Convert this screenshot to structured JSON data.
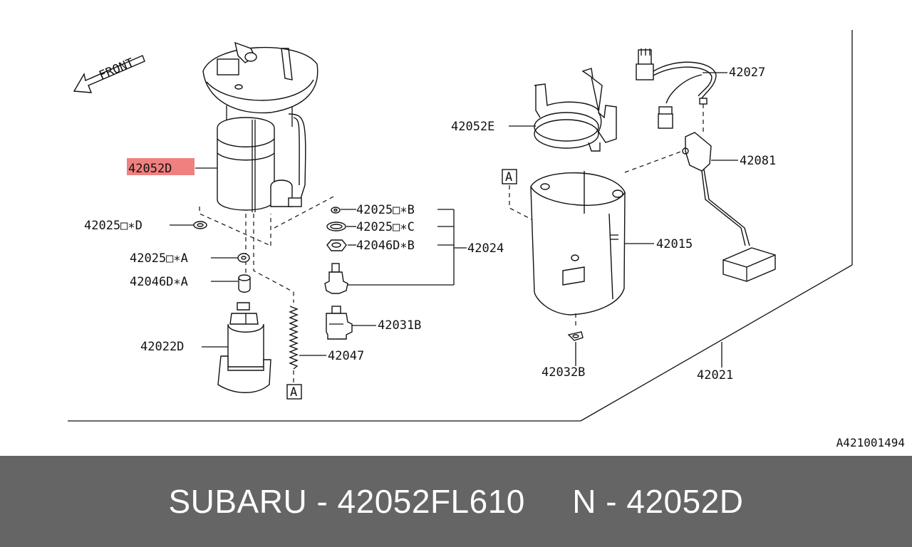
{
  "diagram": {
    "front_label": "FRONT",
    "highlight_color": "#f08080",
    "callouts": {
      "p42052D": "42052D",
      "p42025_D": "42025□∗D",
      "p42025_A": "42025□∗A",
      "p42046D_A": "42046D∗A",
      "p42022D": "42022D",
      "p42047": "42047",
      "ref_A_left": "A",
      "p42025_B": "42025□∗B",
      "p42025_C": "42025□∗C",
      "p42046D_B": "42046D∗B",
      "p42024": "42024",
      "p42031B": "42031B",
      "p42052E": "42052E",
      "ref_A_right": "A",
      "p42015": "42015",
      "p42032B": "42032B",
      "p42027": "42027",
      "p42081": "42081",
      "p42021": "42021"
    },
    "diagram_code": "A421001494"
  },
  "footer": {
    "text": "SUBARU - 42052FL610     N - 42052D",
    "background": "#656565"
  }
}
